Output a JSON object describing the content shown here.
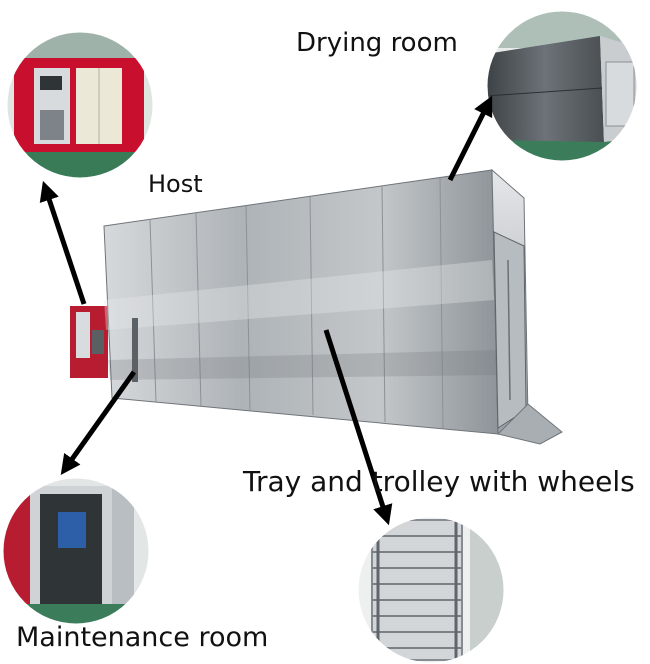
{
  "labels": {
    "drying_room": "Drying room",
    "host": "Host",
    "tray_trolley": "Tray and trolley with wheels",
    "maintenance_room": "Maintenance room"
  },
  "colors": {
    "background": "#ffffff",
    "arrow": "#000000",
    "steel_light": "#c9cdd0",
    "steel_dark": "#7d8388",
    "host_red": "#c8102e",
    "floor_green": "#3b7d5a"
  }
}
